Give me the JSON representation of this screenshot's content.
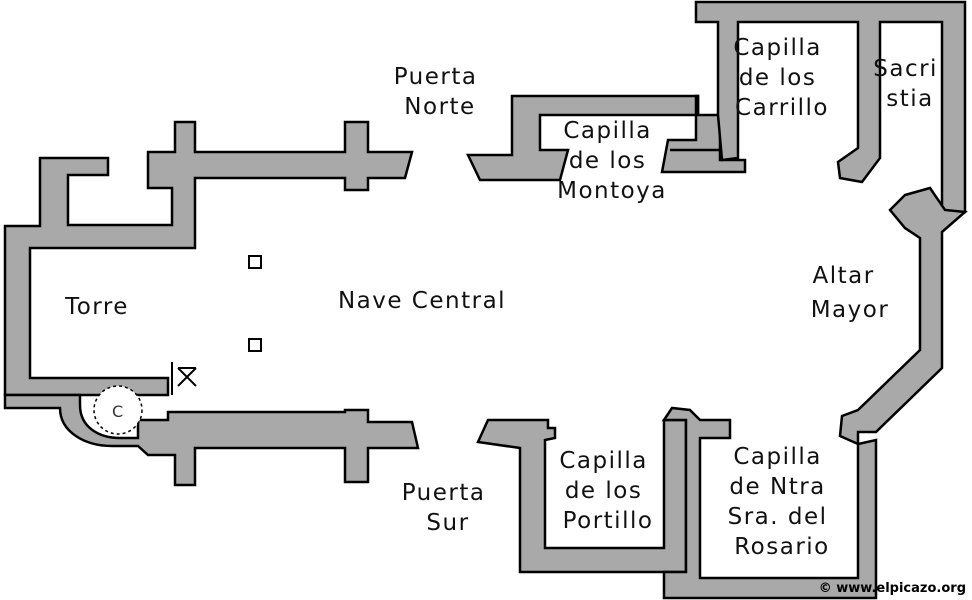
{
  "labels": {
    "torre": "Torre",
    "nave_central": "Nave Central",
    "puerta_norte": [
      "Puerta",
      "Norte"
    ],
    "puerta_sur": [
      "Puerta",
      "Sur"
    ],
    "capilla_montoya": [
      "Capilla",
      "de los",
      "Montoya"
    ],
    "capilla_carrillo": [
      "Capilla",
      "de los",
      "Carrillo"
    ],
    "sacristia": [
      "Sacri",
      "stia"
    ],
    "altar_mayor": [
      "Altar",
      "Mayor"
    ],
    "capilla_portillo": [
      "Capilla",
      "de los",
      "Portillo"
    ],
    "capilla_rosario": [
      "Capilla",
      "de Ntra",
      "Sra. del",
      "Rosario"
    ]
  },
  "credit": "© www.elpicazo.org",
  "colors": {
    "wall_fill": "#a9a9a9",
    "wall_stroke": "#000000",
    "background": "#ffffff"
  }
}
